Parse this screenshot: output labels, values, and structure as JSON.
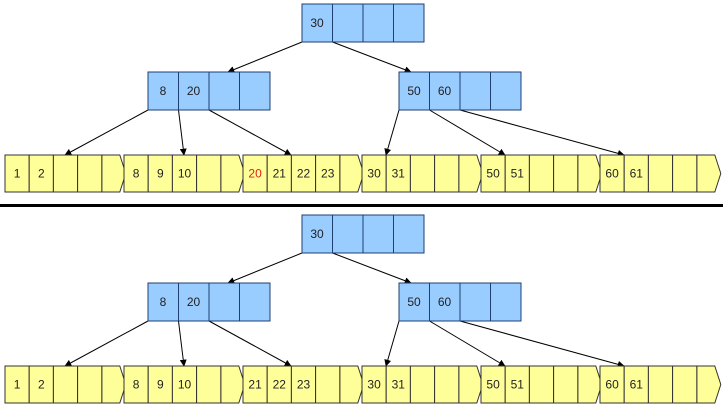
{
  "colors": {
    "internal_fill": "#99ccff",
    "internal_stroke": "#1f3f70",
    "leaf_fill": "#ffff99",
    "leaf_stroke": "#333333",
    "text": "#222222",
    "highlight_text": "#e0201a",
    "edge": "#000000",
    "separator": "#000000"
  },
  "trees": [
    {
      "root": {
        "keys": [
          "30",
          "",
          "",
          ""
        ]
      },
      "internal": [
        {
          "keys": [
            "8",
            "20",
            "",
            ""
          ]
        },
        {
          "keys": [
            "50",
            "60",
            "",
            ""
          ]
        }
      ],
      "leaves": [
        {
          "keys": [
            "1",
            "2",
            "",
            ""
          ]
        },
        {
          "keys": [
            "8",
            "9",
            "10",
            ""
          ]
        },
        {
          "keys": [
            "20",
            "21",
            "22",
            "23"
          ],
          "highlight_key_index": 0
        },
        {
          "keys": [
            "30",
            "31",
            "",
            ""
          ]
        },
        {
          "keys": [
            "50",
            "51",
            "",
            ""
          ]
        },
        {
          "keys": [
            "60",
            "61",
            "",
            ""
          ]
        }
      ]
    },
    {
      "root": {
        "keys": [
          "30",
          "",
          "",
          ""
        ]
      },
      "internal": [
        {
          "keys": [
            "8",
            "20",
            "",
            ""
          ]
        },
        {
          "keys": [
            "50",
            "60",
            "",
            ""
          ]
        }
      ],
      "leaves": [
        {
          "keys": [
            "1",
            "2",
            "",
            ""
          ]
        },
        {
          "keys": [
            "8",
            "9",
            "10",
            ""
          ]
        },
        {
          "keys": [
            "21",
            "22",
            "23",
            ""
          ]
        },
        {
          "keys": [
            "30",
            "31",
            "",
            ""
          ]
        },
        {
          "keys": [
            "50",
            "51",
            "",
            ""
          ]
        },
        {
          "keys": [
            "60",
            "61",
            "",
            ""
          ]
        }
      ]
    }
  ]
}
